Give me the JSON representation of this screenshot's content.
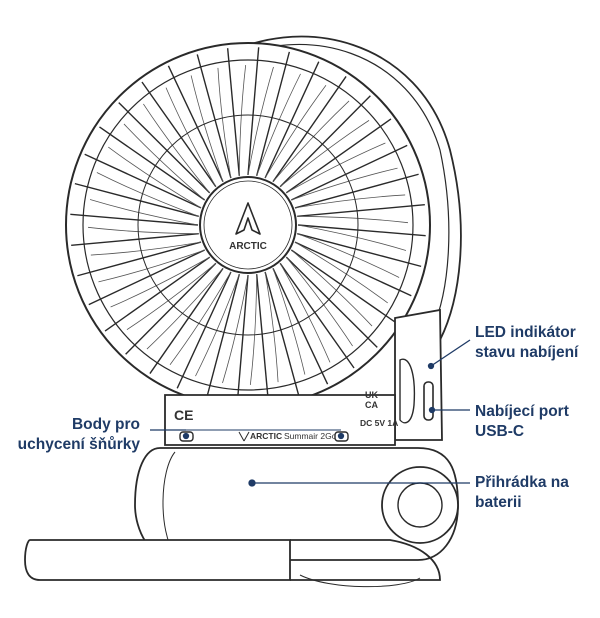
{
  "colors": {
    "label": "#1f3b66",
    "line": "#2a2a2a",
    "callout": "#1f3b66"
  },
  "device": {
    "hub_brand": "ARCTIC",
    "base_brand": "ARCTIC",
    "base_model": "Summair 2Go",
    "power_rating": "DC 5V 1A",
    "uk_mark": "UK\nCA",
    "ce_mark": "CE"
  },
  "labels": {
    "led": {
      "line1": "LED indikátor",
      "line2": "stavu nabíjení"
    },
    "usb": {
      "line1": "Nabíjecí port",
      "line2": "USB-C"
    },
    "battery": {
      "line1": "Přihrádka na",
      "line2": "baterii"
    },
    "lanyard": {
      "line1": "Body pro",
      "line2": "uchycení šňůrky"
    }
  }
}
